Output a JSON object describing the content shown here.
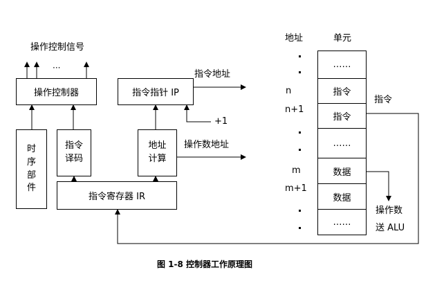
{
  "diagram": {
    "signals_label": "操作控制信号",
    "signals_ellipsis": "···",
    "operation_controller": "操作控制器",
    "instruction_pointer": "指令指针 IP",
    "ip_output_label": "指令地址",
    "ip_increment": "+1",
    "timing_unit": [
      "时",
      "序",
      "部",
      "件"
    ],
    "instruction_decoder": [
      "指令",
      "译码"
    ],
    "address_calc": [
      "地址",
      "计算"
    ],
    "operand_address_label": "操作数地址",
    "instruction_register": "指令寄存器 IR"
  },
  "memory": {
    "address_header": "地址",
    "unit_header": "单元",
    "address_labels": [
      "n",
      "n+1",
      "m",
      "m+1"
    ],
    "cells": [
      "……",
      "指令",
      "指令",
      "……",
      "数据",
      "数据",
      "……"
    ],
    "instruction_side_label": "指令",
    "operand_side_label": "操作数",
    "to_alu_label": "送 ALU"
  },
  "caption": "图 1-8  控制器工作原理图"
}
